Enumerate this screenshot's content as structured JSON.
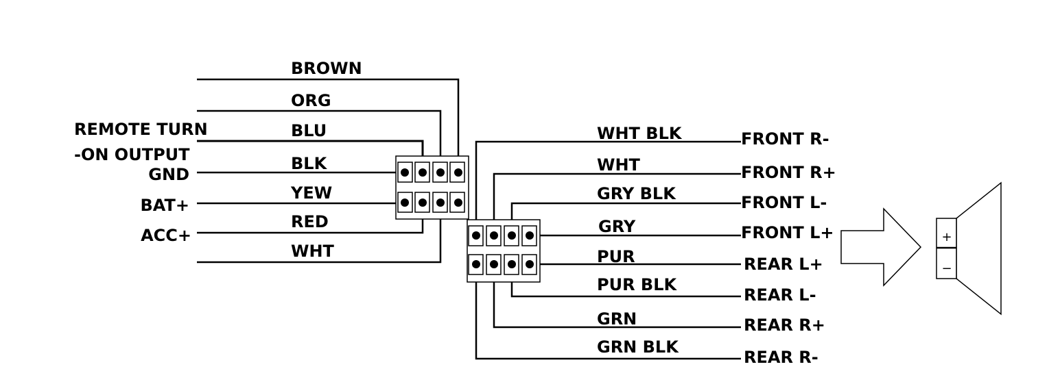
{
  "left_connector": {
    "device_labels": {
      "remote_line1": "REMOTE TURN",
      "remote_line2": "-ON OUTPUT",
      "gnd": "GND",
      "bat": "BAT+",
      "acc": "ACC+"
    },
    "wire_colors": [
      "BROWN",
      "ORG",
      "BLU",
      "BLK",
      "YEW",
      "RED",
      "WHT"
    ]
  },
  "right_connector": {
    "wire_colors": [
      "WHT BLK",
      "WHT",
      "GRY BLK",
      "GRY",
      "PUR",
      "PUR BLK",
      "GRN",
      "GRN BLK"
    ],
    "speaker_labels": [
      "FRONT R-",
      "FRONT R+",
      "FRONT L-",
      "FRONT L+",
      "REAR L+",
      "REAR L-",
      "REAR R+",
      "REAR R-"
    ]
  },
  "speaker_icon": {
    "plus": "+",
    "minus": "−"
  }
}
